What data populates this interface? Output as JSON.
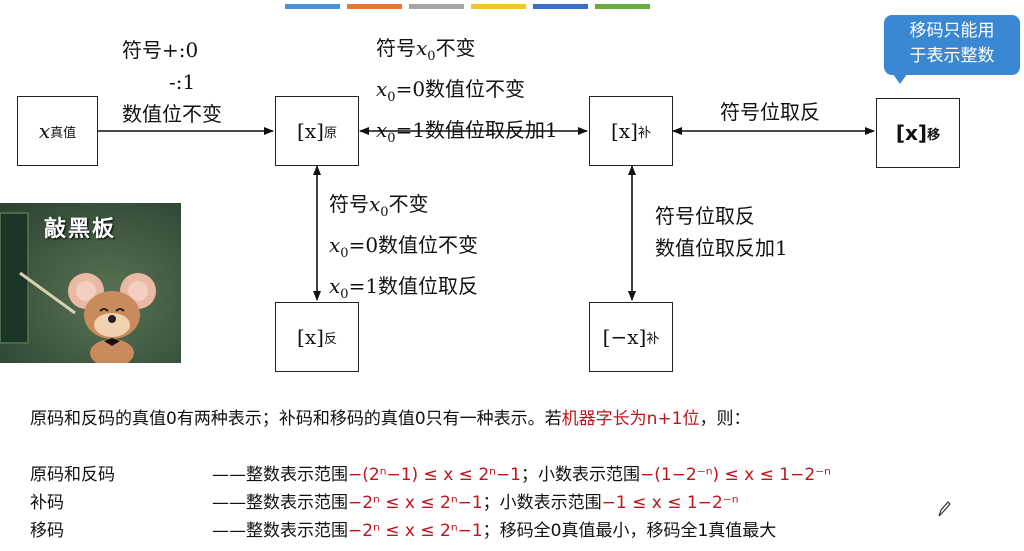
{
  "top_bar_colors": [
    "#4a90d9",
    "#e8772e",
    "#a5a5a5",
    "#f2c12e",
    "#3b6ec9",
    "#6aab3d"
  ],
  "boxes": {
    "true_value": {
      "main": "x",
      "sub": "真值"
    },
    "sign_magnitude": {
      "main": "[x]",
      "sub": "原"
    },
    "twos_complement": {
      "main": "[x]",
      "sub": "补"
    },
    "biased": {
      "main": "[x]",
      "sub": "移"
    },
    "ones_complement": {
      "main": "[x]",
      "sub": "反"
    },
    "neg_twos_complement": {
      "main": "[−x]",
      "sub": "补"
    }
  },
  "arrow_labels": {
    "true_to_sm": {
      "line1": "符号+:0",
      "line2": "-:1",
      "line3": "数值位不变"
    },
    "sm_tc": {
      "line1_pre": "符号",
      "line1_x": "x",
      "line1_sub": "0",
      "line1_post": "不变",
      "line2_x": "x",
      "line2_sub": "0",
      "line2_post": "=0数值位不变",
      "line3_x": "x",
      "line3_sub": "0",
      "line3_post": "=1数值位取反加1"
    },
    "sm_oc": {
      "line1_pre": "符号",
      "line1_x": "x",
      "line1_sub": "0",
      "line1_post": "不变",
      "line2_x": "x",
      "line2_sub": "0",
      "line2_post": "=0数值位不变",
      "line3_x": "x",
      "line3_sub": "0",
      "line3_post": "=1数值位取反"
    },
    "tc_biased": {
      "line1": "符号位取反"
    },
    "tc_negtc": {
      "line1": "符号位取反",
      "line2": "数值位取反加1"
    }
  },
  "callout": {
    "line1": "移码只能用",
    "line2": "于表示整数"
  },
  "photo": {
    "caption": "敲黑板"
  },
  "summary": {
    "sentence_pre": "原码和反码的真值0有两种表示；补码和移码的真值0只有一种表示。若",
    "sentence_red": "机器字长为n+1位",
    "sentence_post": "，则：",
    "rows": [
      {
        "label": "原码和反码",
        "dash": "——整数表示范围",
        "int_range": "−(2ⁿ−1) ≤ x ≤ 2ⁿ−1",
        "sep": "；小数表示范围",
        "frac_range": "−(1−2⁻ⁿ) ≤ x ≤ 1−2⁻ⁿ"
      },
      {
        "label": "补码",
        "dash": "——整数表示范围",
        "int_range": "−2ⁿ ≤ x ≤ 2ⁿ−1",
        "sep": "；小数表示范围",
        "frac_range": "−1 ≤ x ≤ 1−2⁻ⁿ"
      },
      {
        "label": "移码",
        "dash": "——整数表示范围",
        "int_range": "−2ⁿ ≤ x ≤ 2ⁿ−1",
        "sep": "；移码全0真值最小，移码全1真值最大",
        "frac_range": ""
      }
    ]
  }
}
